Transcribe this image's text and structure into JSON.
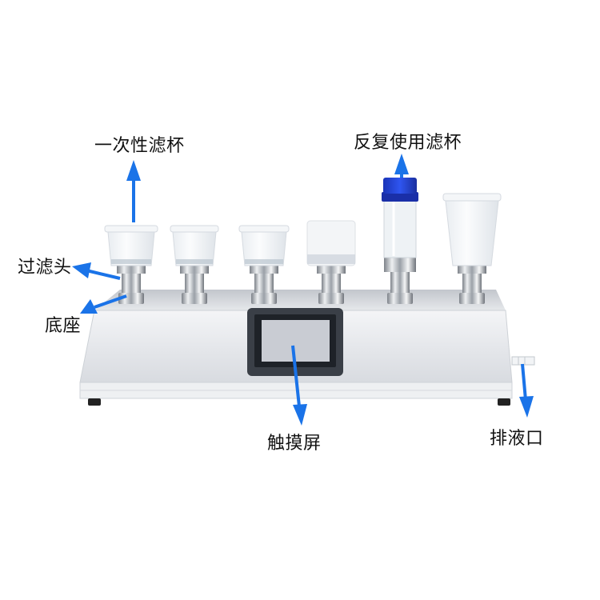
{
  "diagram": {
    "type": "product-component-callout",
    "subject": "multi-manifold membrane filtration device",
    "arrow_color": "#1a73e8",
    "labels": {
      "disposable_cup": "一次性滤杯",
      "reusable_cup": "反复使用滤杯",
      "filter_head": "过滤头",
      "base": "底座",
      "touch_screen": "触摸屏",
      "drain_outlet": "排液口"
    },
    "filter_positions": 6,
    "cup_types": [
      "disposable",
      "disposable",
      "disposable",
      "disposable-frosted",
      "reusable-blue-cap",
      "disposable-tall"
    ],
    "colors": {
      "background": "#ffffff",
      "steel_light": "#e9ebee",
      "steel_mid": "#cfd3d8",
      "screen_bezel": "#3a3f47",
      "screen_glass": "#c9ccd3",
      "cap_blue": "#1f3fd6"
    }
  }
}
